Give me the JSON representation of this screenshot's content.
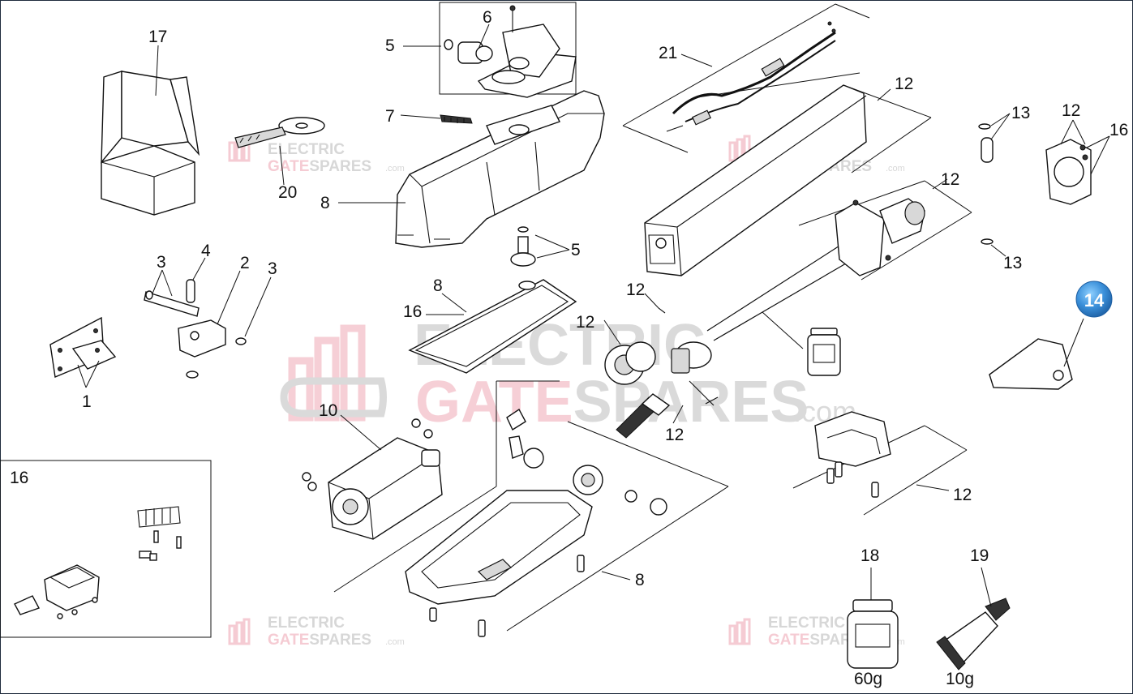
{
  "watermark": {
    "line1": "ELECTRIC",
    "line2_a": "GATE",
    "line2_b": "SPARES",
    "suffix": ".com",
    "color_dark": "#bdbdbd",
    "color_pink": "#f0a9b6"
  },
  "callouts": {
    "c1": "1",
    "c2": "2",
    "c3a": "3",
    "c3b": "3",
    "c4": "4",
    "c5a": "5",
    "c5b": "5",
    "c6": "6",
    "c7": "7",
    "c8a": "8",
    "c8b": "8",
    "c8c": "8",
    "c10": "10",
    "c12a": "12",
    "c12b": "12",
    "c12c": "12",
    "c12d": "12",
    "c12e": "12",
    "c12f": "12",
    "c12g": "12",
    "c13a": "13",
    "c13b": "13",
    "c14": "14",
    "c16a": "16",
    "c16b": "16",
    "c16c": "16",
    "c17": "17",
    "c18": "18",
    "c19": "19",
    "c20": "20",
    "c21": "21"
  },
  "consumables": {
    "grease_weight": "60g",
    "tube_weight": "10g"
  },
  "colors": {
    "badge": "#3a8fd9",
    "frame": "#1f2b3c"
  },
  "icons": [
    "box-icon",
    "key-icon",
    "grease-jar-icon",
    "grease-tube-icon"
  ]
}
